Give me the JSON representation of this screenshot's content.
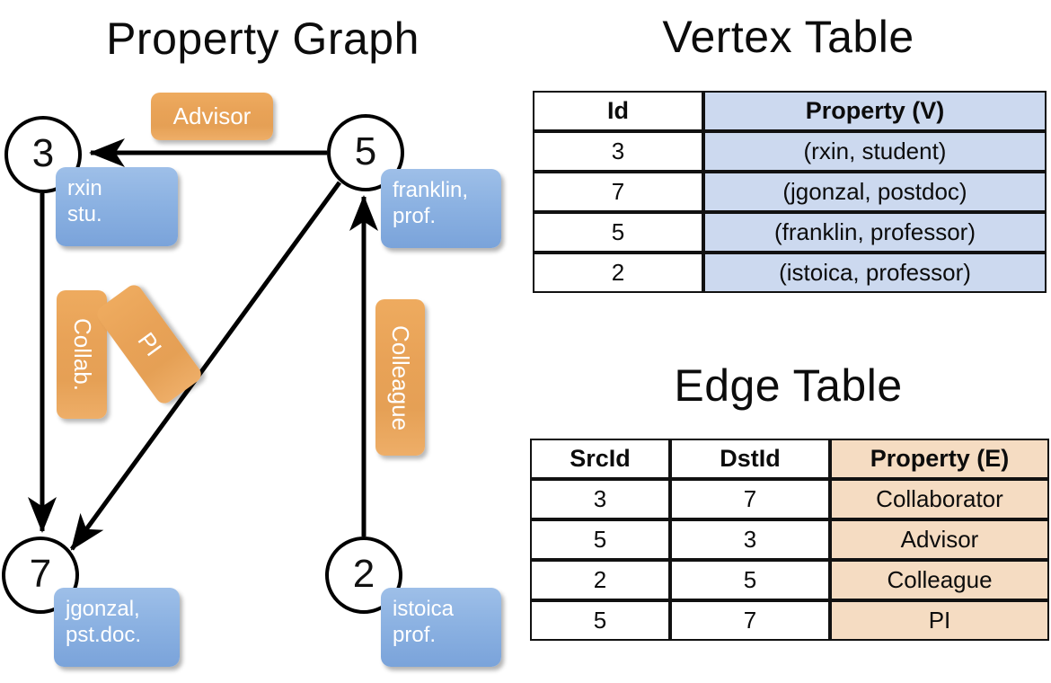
{
  "titles": {
    "property_graph": "Property Graph",
    "vertex_table": "Vertex Table",
    "edge_table": "Edge Table"
  },
  "graph": {
    "nodes": [
      {
        "id": "3",
        "property_line1": "rxin",
        "property_line2": "stu."
      },
      {
        "id": "5",
        "property_line1": "franklin,",
        "property_line2": "prof."
      },
      {
        "id": "7",
        "property_line1": "jgonzal,",
        "property_line2": "pst.doc."
      },
      {
        "id": "2",
        "property_line1": "istoica",
        "property_line2": "prof."
      }
    ],
    "edges": [
      {
        "from": "3",
        "to": "7",
        "label": "Collab."
      },
      {
        "from": "5",
        "to": "3",
        "label": "Advisor"
      },
      {
        "from": "2",
        "to": "5",
        "label": "Colleague"
      },
      {
        "from": "5",
        "to": "7",
        "label": "PI"
      }
    ]
  },
  "vertex_table": {
    "headers": [
      "Id",
      "Property (V)"
    ],
    "rows": [
      {
        "id": "3",
        "property": "(rxin, student)"
      },
      {
        "id": "7",
        "property": "(jgonzal, postdoc)"
      },
      {
        "id": "5",
        "property": "(franklin, professor)"
      },
      {
        "id": "2",
        "property": "(istoica, professor)"
      }
    ]
  },
  "edge_table": {
    "headers": [
      "SrcId",
      "DstId",
      "Property (E)"
    ],
    "rows": [
      {
        "src": "3",
        "dst": "7",
        "property": "Collaborator"
      },
      {
        "src": "5",
        "dst": "3",
        "property": "Advisor"
      },
      {
        "src": "2",
        "dst": "5",
        "property": "Colleague"
      },
      {
        "src": "5",
        "dst": "7",
        "property": "PI"
      }
    ]
  },
  "colors": {
    "vertex_property_fill": "#ccd9ef",
    "edge_property_fill": "#f5dcc2",
    "node_property_box": "#8cb2e2",
    "edge_label_box": "#e8a257",
    "stroke": "#111111",
    "background": "#ffffff"
  }
}
